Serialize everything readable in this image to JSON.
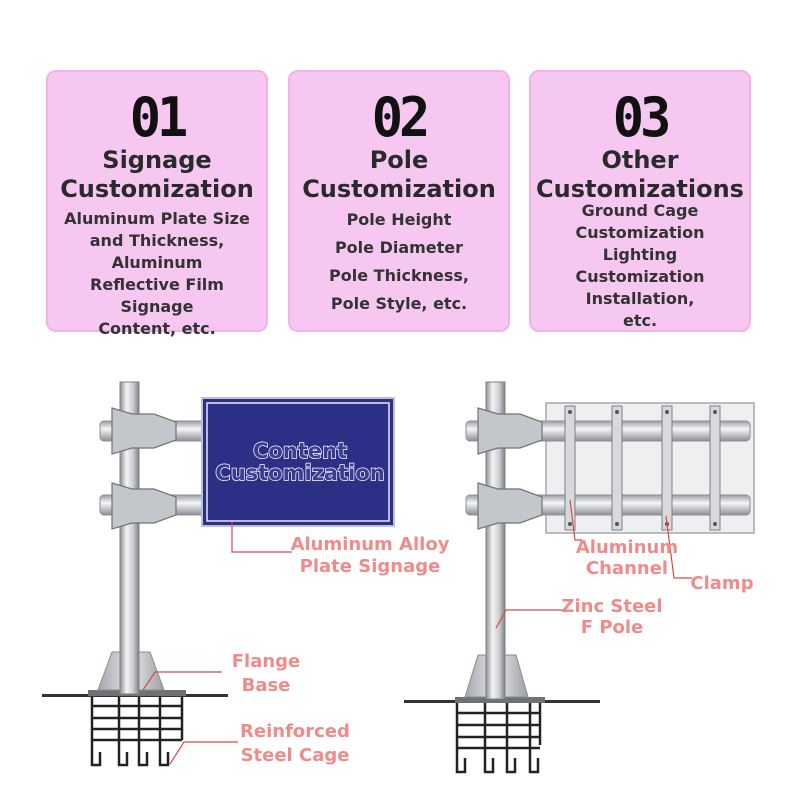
{
  "cards": [
    {
      "number": "01",
      "title_lines": [
        "Signage",
        "Customization"
      ],
      "items": [
        "Aluminum Plate Size",
        "and Thickness,",
        "Aluminum",
        "Reflective Film",
        "Signage",
        "Content, etc."
      ]
    },
    {
      "number": "02",
      "title_lines": [
        "Pole",
        "Customization"
      ],
      "items": [
        "Pole Height",
        "Pole Diameter",
        "Pole Thickness,",
        "Pole Style, etc."
      ]
    },
    {
      "number": "03",
      "title_lines": [
        "Other",
        "Customizations"
      ],
      "items": [
        "Ground Cage",
        "Customization",
        "Lighting",
        "Customization",
        "Installation,",
        "etc."
      ]
    }
  ],
  "left_diagram": {
    "sign_text": [
      "Content",
      "Customization"
    ],
    "labels": {
      "plate": [
        "Aluminum Alloy",
        "Plate Signage"
      ],
      "flange": [
        "Flange",
        "Base"
      ],
      "cage": [
        "Reinforced",
        "Steel Cage"
      ]
    }
  },
  "right_diagram": {
    "labels": {
      "channel": [
        "Aluminum",
        "Channel"
      ],
      "clamp": "Clamp",
      "pole": [
        "Zinc Steel",
        "F Pole"
      ]
    }
  },
  "colors": {
    "card_bg": "#f6c8f1",
    "label": "#f08b8b",
    "sign_bg": "#2b2f86",
    "leader": "#d94a4a"
  }
}
